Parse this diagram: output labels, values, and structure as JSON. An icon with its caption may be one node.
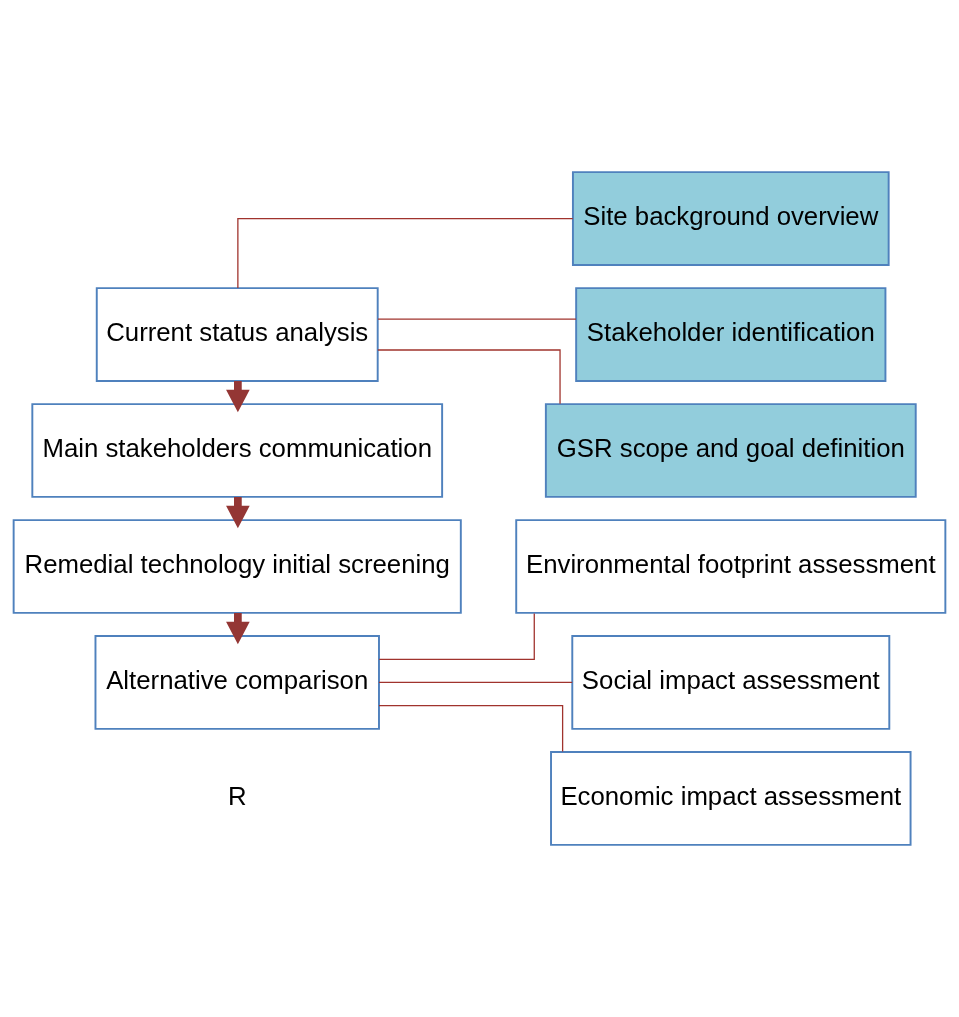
{
  "diagram": {
    "nodes": [
      {
        "text": [
          "Current status analysis"
        ]
      },
      {
        "text": [
          "Site background overview"
        ]
      },
      {
        "text": [
          "Stakeholder identification"
        ]
      },
      {
        "text": [
          "GSR scope and goal definition"
        ]
      },
      {
        "text": [
          "Main stakeholders communication"
        ]
      },
      {
        "text": [
          "Remedial technology initial screening"
        ]
      },
      {
        "text": [
          "Alternative comparison"
        ]
      },
      {
        "text": [
          "Environmental footprint assessment"
        ]
      },
      {
        "text": [
          "Social impact assessment"
        ]
      },
      {
        "text": [
          "Economic impact assessment"
        ]
      }
    ],
    "edges": [
      {
        "from": 0,
        "to": 1,
        "arrow": "none"
      },
      {
        "from": 0,
        "to": 2,
        "arrow": "none"
      },
      {
        "from": 0,
        "to": 3,
        "arrow": "none"
      },
      {
        "from": 0,
        "to": 4,
        "arrow": "to",
        "style": "thick"
      },
      {
        "from": 4,
        "to": 5,
        "arrow": "to",
        "style": "thick"
      },
      {
        "from": 5,
        "to": 6,
        "arrow": "to",
        "style": "thick"
      },
      {
        "from": 6,
        "to": 7,
        "arrow": "none"
      },
      {
        "from": 6,
        "to": 8,
        "arrow": "none"
      },
      {
        "from": 6,
        "to": 9,
        "arrow": "none"
      }
    ],
    "labels": [
      "R"
    ]
  }
}
